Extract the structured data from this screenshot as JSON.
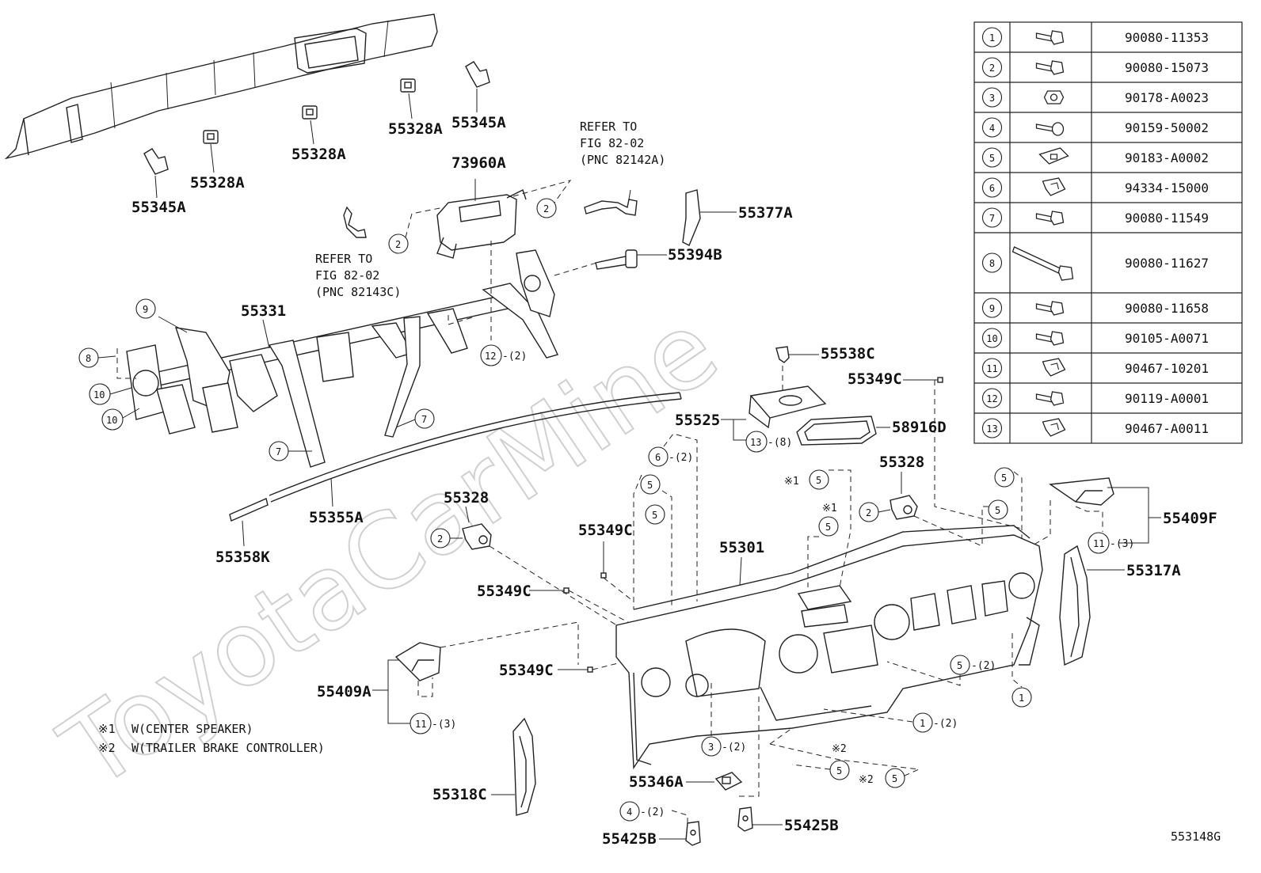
{
  "diagram_code": "553148G",
  "watermark": "ToyotaCarMine",
  "notes": [
    {
      "mark": "※1",
      "text": "W(CENTER SPEAKER)"
    },
    {
      "mark": "※2",
      "text": "W(TRAILER BRAKE CONTROLLER)"
    }
  ],
  "refer_top": {
    "l1": "REFER TO",
    "l2": "FIG 82-02",
    "l3": "(PNC 82142A)"
  },
  "refer_mid": {
    "l1": "REFER TO",
    "l2": "FIG 82-02",
    "l3": "(PNC 82143C)"
  },
  "labels": {
    "p55345A_1": "55345A",
    "p55328A_1": "55328A",
    "p55328A_2": "55328A",
    "p55328A_3": "55328A",
    "p55345A_2": "55345A",
    "p73960A": "73960A",
    "p55377A": "55377A",
    "p55394B": "55394B",
    "p55331": "55331",
    "p55538C": "55538C",
    "p55349C_1": "55349C",
    "p55525": "55525",
    "p58916D": "58916D",
    "p55328_1": "55328",
    "p55328_2": "55328",
    "p55409F": "55409F",
    "p55317A": "55317A",
    "p55355A": "55355A",
    "p55358K": "55358K",
    "p55349C_2": "55349C",
    "p55301": "55301",
    "p55349C_3": "55349C",
    "p55349C_4": "55349C",
    "p55409A": "55409A",
    "p55318C": "55318C",
    "p55346A": "55346A",
    "p55425B_1": "55425B",
    "p55425B_2": "55425B"
  },
  "callouts": {
    "c2_a": "2",
    "c2_b": "2",
    "c9": "9",
    "c8": "8",
    "c10_a": "10",
    "c10_b": "10",
    "c7_a": "7",
    "c7_b": "7",
    "c12": "12",
    "c12_q": "-(2)",
    "c13": "13",
    "c13_q": "-(8)",
    "c6": "6",
    "c6_q": "-(2)",
    "c5_a": "5",
    "c5_b": "5",
    "c5_c": "5",
    "c5_d": "5",
    "c5_e": "5",
    "c5_f": "5",
    "c5_g": "5",
    "c5_g_q": "-(2)",
    "c5_h": "5",
    "c5_i": "5",
    "c2_c": "2",
    "c2_d": "2",
    "c11_a": "11",
    "c11_a_q": "-(3)",
    "c1_a": "1",
    "c1_b": "1",
    "c1_b_q": "-(2)",
    "c3": "3",
    "c3_q": "-(2)",
    "c11_b": "11",
    "c11_b_q": "-(3)",
    "c4": "4",
    "c4_q": "-(2)",
    "m1_a": "※1",
    "m1_b": "※1",
    "m2_a": "※2",
    "m2_b": "※2"
  },
  "fastener_table": [
    {
      "no": "1",
      "icon": "bolt-icon",
      "part": "90080-11353"
    },
    {
      "no": "2",
      "icon": "bolt-icon",
      "part": "90080-15073"
    },
    {
      "no": "3",
      "icon": "nut-icon",
      "part": "90178-A0023"
    },
    {
      "no": "4",
      "icon": "screw-icon",
      "part": "90159-50002"
    },
    {
      "no": "5",
      "icon": "clip-nut-icon",
      "part": "90183-A0002"
    },
    {
      "no": "6",
      "icon": "clip-icon",
      "part": "94334-15000"
    },
    {
      "no": "7",
      "icon": "bolt-icon",
      "part": "90080-11549"
    },
    {
      "no": "8",
      "icon": "long-bolt-icon",
      "part": "90080-11627"
    },
    {
      "no": "9",
      "icon": "bolt-icon",
      "part": "90080-11658"
    },
    {
      "no": "10",
      "icon": "bolt-icon",
      "part": "90105-A0071"
    },
    {
      "no": "11",
      "icon": "clip-icon",
      "part": "90467-10201"
    },
    {
      "no": "12",
      "icon": "bolt-icon",
      "part": "90119-A0001"
    },
    {
      "no": "13",
      "icon": "clip-icon",
      "part": "90467-A0011"
    }
  ]
}
